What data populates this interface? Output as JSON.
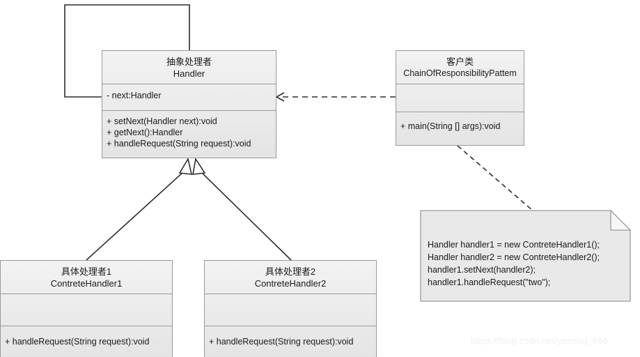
{
  "diagram": {
    "type": "uml-class-diagram",
    "title": "Chain of Responsibility Pattern",
    "background_color": "#ffffff",
    "box_fill_top": "#f2f2f2",
    "box_fill_bottom": "#e4e4e4",
    "box_border_color": "#999999",
    "line_color": "#2b2b2b",
    "text_color": "#1a1a1a"
  },
  "classes": {
    "handler": {
      "cn_name": "抽象处理者",
      "en_name": "Handler",
      "attributes": [
        "- next:Handler"
      ],
      "methods": [
        "+ setNext(Handler next):void",
        "+ getNext():Handler",
        "+ handleRequest(String request):void"
      ]
    },
    "client": {
      "cn_name": "客户类",
      "en_name": "ChainOfResponsibilityPattem",
      "attributes": [],
      "methods": [
        "+ main(String [] args):void"
      ]
    },
    "concrete1": {
      "cn_name": "具体处理者1",
      "en_name": "ContreteHandler1",
      "attributes": [],
      "methods": [
        "+ handleRequest(String request):void"
      ]
    },
    "concrete2": {
      "cn_name": "具体处理者2",
      "en_name": "ContreteHandler2",
      "attributes": [],
      "methods": [
        "+ handleRequest(String request):void"
      ]
    }
  },
  "note": {
    "lines": [
      "Handler handler1 = new ContreteHandler1();",
      "Handler handler2 = new ContreteHandler2();",
      "handler1.setNext(handler2);",
      "handler1.handleRequest(\"two\");"
    ]
  },
  "relations": [
    {
      "name": "self-aggregation",
      "from": "handler",
      "to": "handler",
      "kind": "aggregation"
    },
    {
      "name": "client-dependency",
      "from": "client",
      "to": "handler",
      "kind": "dependency"
    },
    {
      "name": "concrete1-generalization",
      "from": "concrete1",
      "to": "handler",
      "kind": "generalization"
    },
    {
      "name": "concrete2-generalization",
      "from": "concrete2",
      "to": "handler",
      "kind": "generalization"
    },
    {
      "name": "note-anchor",
      "from": "client",
      "to": "note",
      "kind": "note-link"
    }
  ],
  "watermark": {
    "text": "https://blog.csdn.net/yeming_666"
  }
}
